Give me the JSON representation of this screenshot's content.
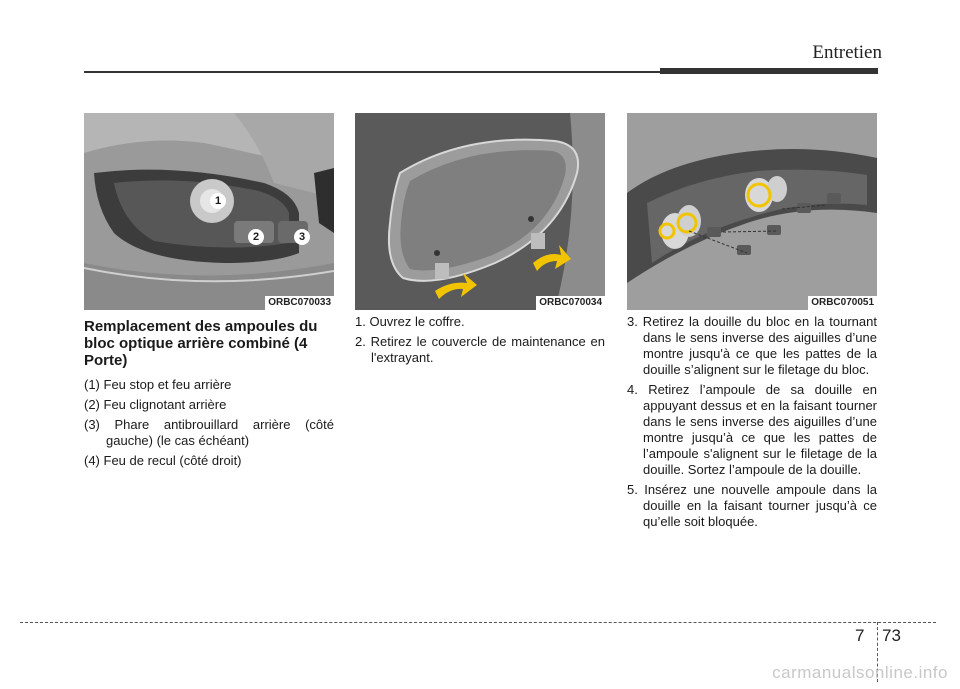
{
  "header": {
    "title": "Entretien"
  },
  "figures": [
    {
      "code": "ORBC070033",
      "callouts": [
        "1",
        "2",
        "3"
      ]
    },
    {
      "code": "ORBC070034"
    },
    {
      "code": "ORBC070051"
    }
  ],
  "column1": {
    "title": "Remplacement des ampoules du bloc optique arrière combiné (4 Porte)",
    "items": [
      "(1) Feu stop et feu arrière",
      "(2) Feu clignotant arrière",
      "(3) Phare antibrouillard arrière (côté gauche) (le cas échéant)",
      "(4) Feu de recul (côté droit)"
    ]
  },
  "column2": {
    "steps": [
      "1. Ouvrez le coffre.",
      "2. Retirez le couvercle de maintenance en l'extrayant."
    ]
  },
  "column3": {
    "steps": [
      "3. Retirez la douille du bloc en la tournant dans le sens inverse des aiguilles d’une montre jusqu'à ce que les pattes de la douille s’alignent sur le filetage du bloc.",
      "4. Retirez l’ampoule de sa douille en appuyant dessus et en la faisant tourner dans le sens inverse des aiguilles d’une montre jusqu’à ce que les pattes de l’ampoule s'alignent sur le filetage de la douille. Sortez l’ampoule de la douille.",
      "5. Insérez une nouvelle ampoule dans la douille en la faisant tourner jusqu’à ce qu’elle soit bloquée."
    ]
  },
  "footer": {
    "chapter": "7",
    "page": "73",
    "watermark": "carmanualsonline.info"
  }
}
